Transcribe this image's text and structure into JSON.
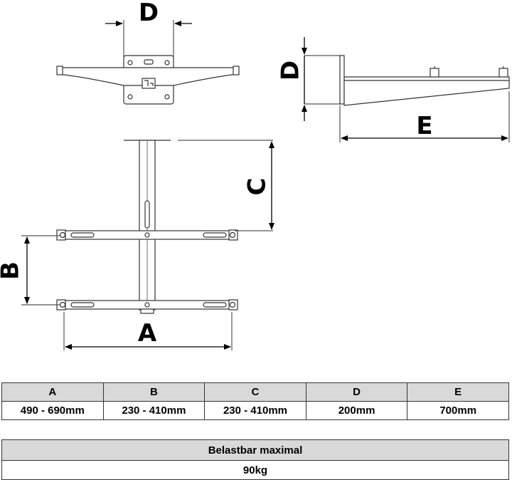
{
  "labels": {
    "a": "A",
    "b": "B",
    "c": "C",
    "d_top": "D",
    "d_side": "D",
    "e": "E"
  },
  "dimensions_table": {
    "headers": [
      "A",
      "B",
      "C",
      "D",
      "E"
    ],
    "values": [
      "490 - 690mm",
      "230 - 410mm",
      "230 - 410mm",
      "200mm",
      "700mm"
    ]
  },
  "load_table": {
    "header": "Belastbar maximal",
    "value": "90kg"
  }
}
